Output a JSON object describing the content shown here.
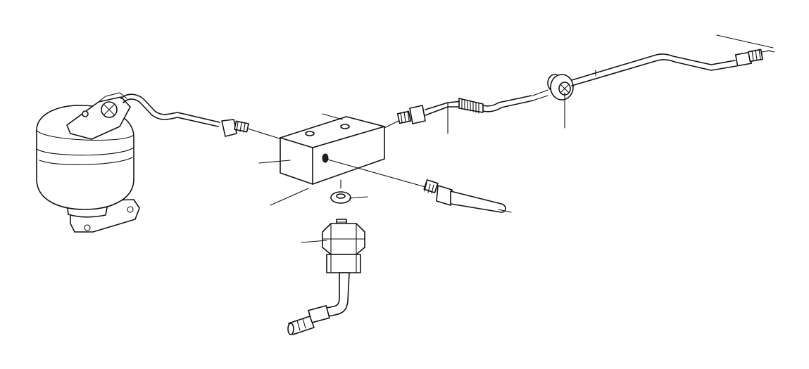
{
  "diagram": {
    "parts": [
      {
        "id": "pressure-accumulator"
      },
      {
        "id": "brake-pipe-accumulator"
      },
      {
        "id": "union-nut-left"
      },
      {
        "id": "distribution-block"
      },
      {
        "id": "sealing-washer"
      },
      {
        "id": "pressure-switch"
      },
      {
        "id": "switch-connector-cable"
      },
      {
        "id": "union-nut-center"
      },
      {
        "id": "pipe-with-spring"
      },
      {
        "id": "grommet"
      },
      {
        "id": "brake-pipe-rear"
      },
      {
        "id": "union-nut-lower"
      },
      {
        "id": "brake-pipe-lower"
      }
    ],
    "leader_count": 11
  }
}
